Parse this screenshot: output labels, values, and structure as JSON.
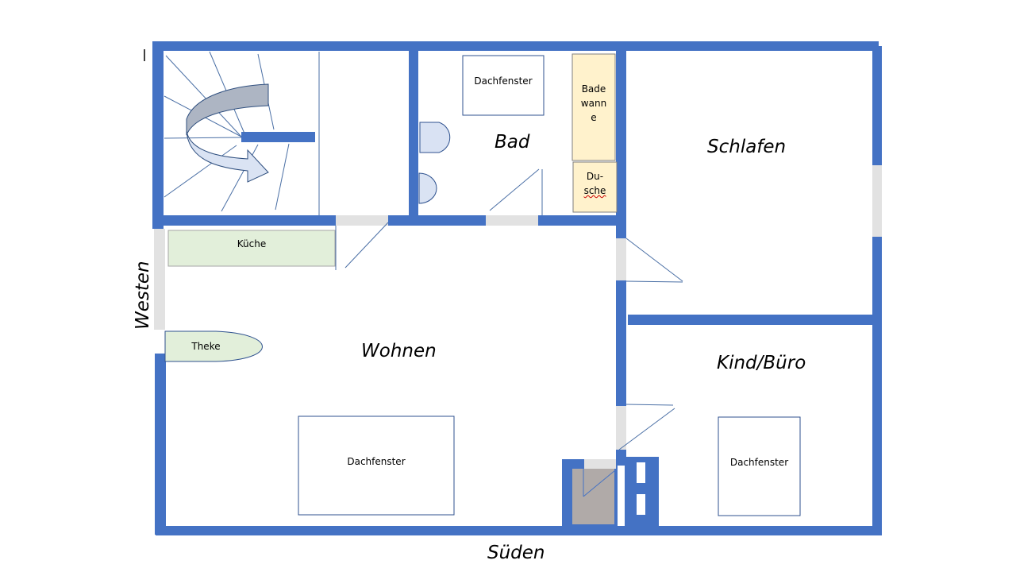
{
  "plan": {
    "colors": {
      "wall": "#4472c4",
      "door_gap": "#e0e0e0",
      "kitchen": "#e2efda",
      "bath": "#fff2cc",
      "shaft": "#b0aaa8",
      "fixture": "#d9e2f3"
    },
    "rooms": {
      "bad": "Bad",
      "schlafen": "Schlafen",
      "wohnen": "Wohnen",
      "kind_buero": "Kind/Büro"
    },
    "fixtures": {
      "dachfenster_bad": "Dachfenster",
      "dachfenster_wohnen": "Dachfenster",
      "dachfenster_kind": "Dachfenster",
      "badewanne_1": "Bade",
      "badewanne_2": "wann",
      "badewanne_3": "e",
      "dusche_1": "Du-",
      "dusche_2": "sche",
      "kueche": "Küche",
      "theke": "Theke"
    },
    "compass": {
      "west": "Westen",
      "south": "Süden"
    }
  }
}
